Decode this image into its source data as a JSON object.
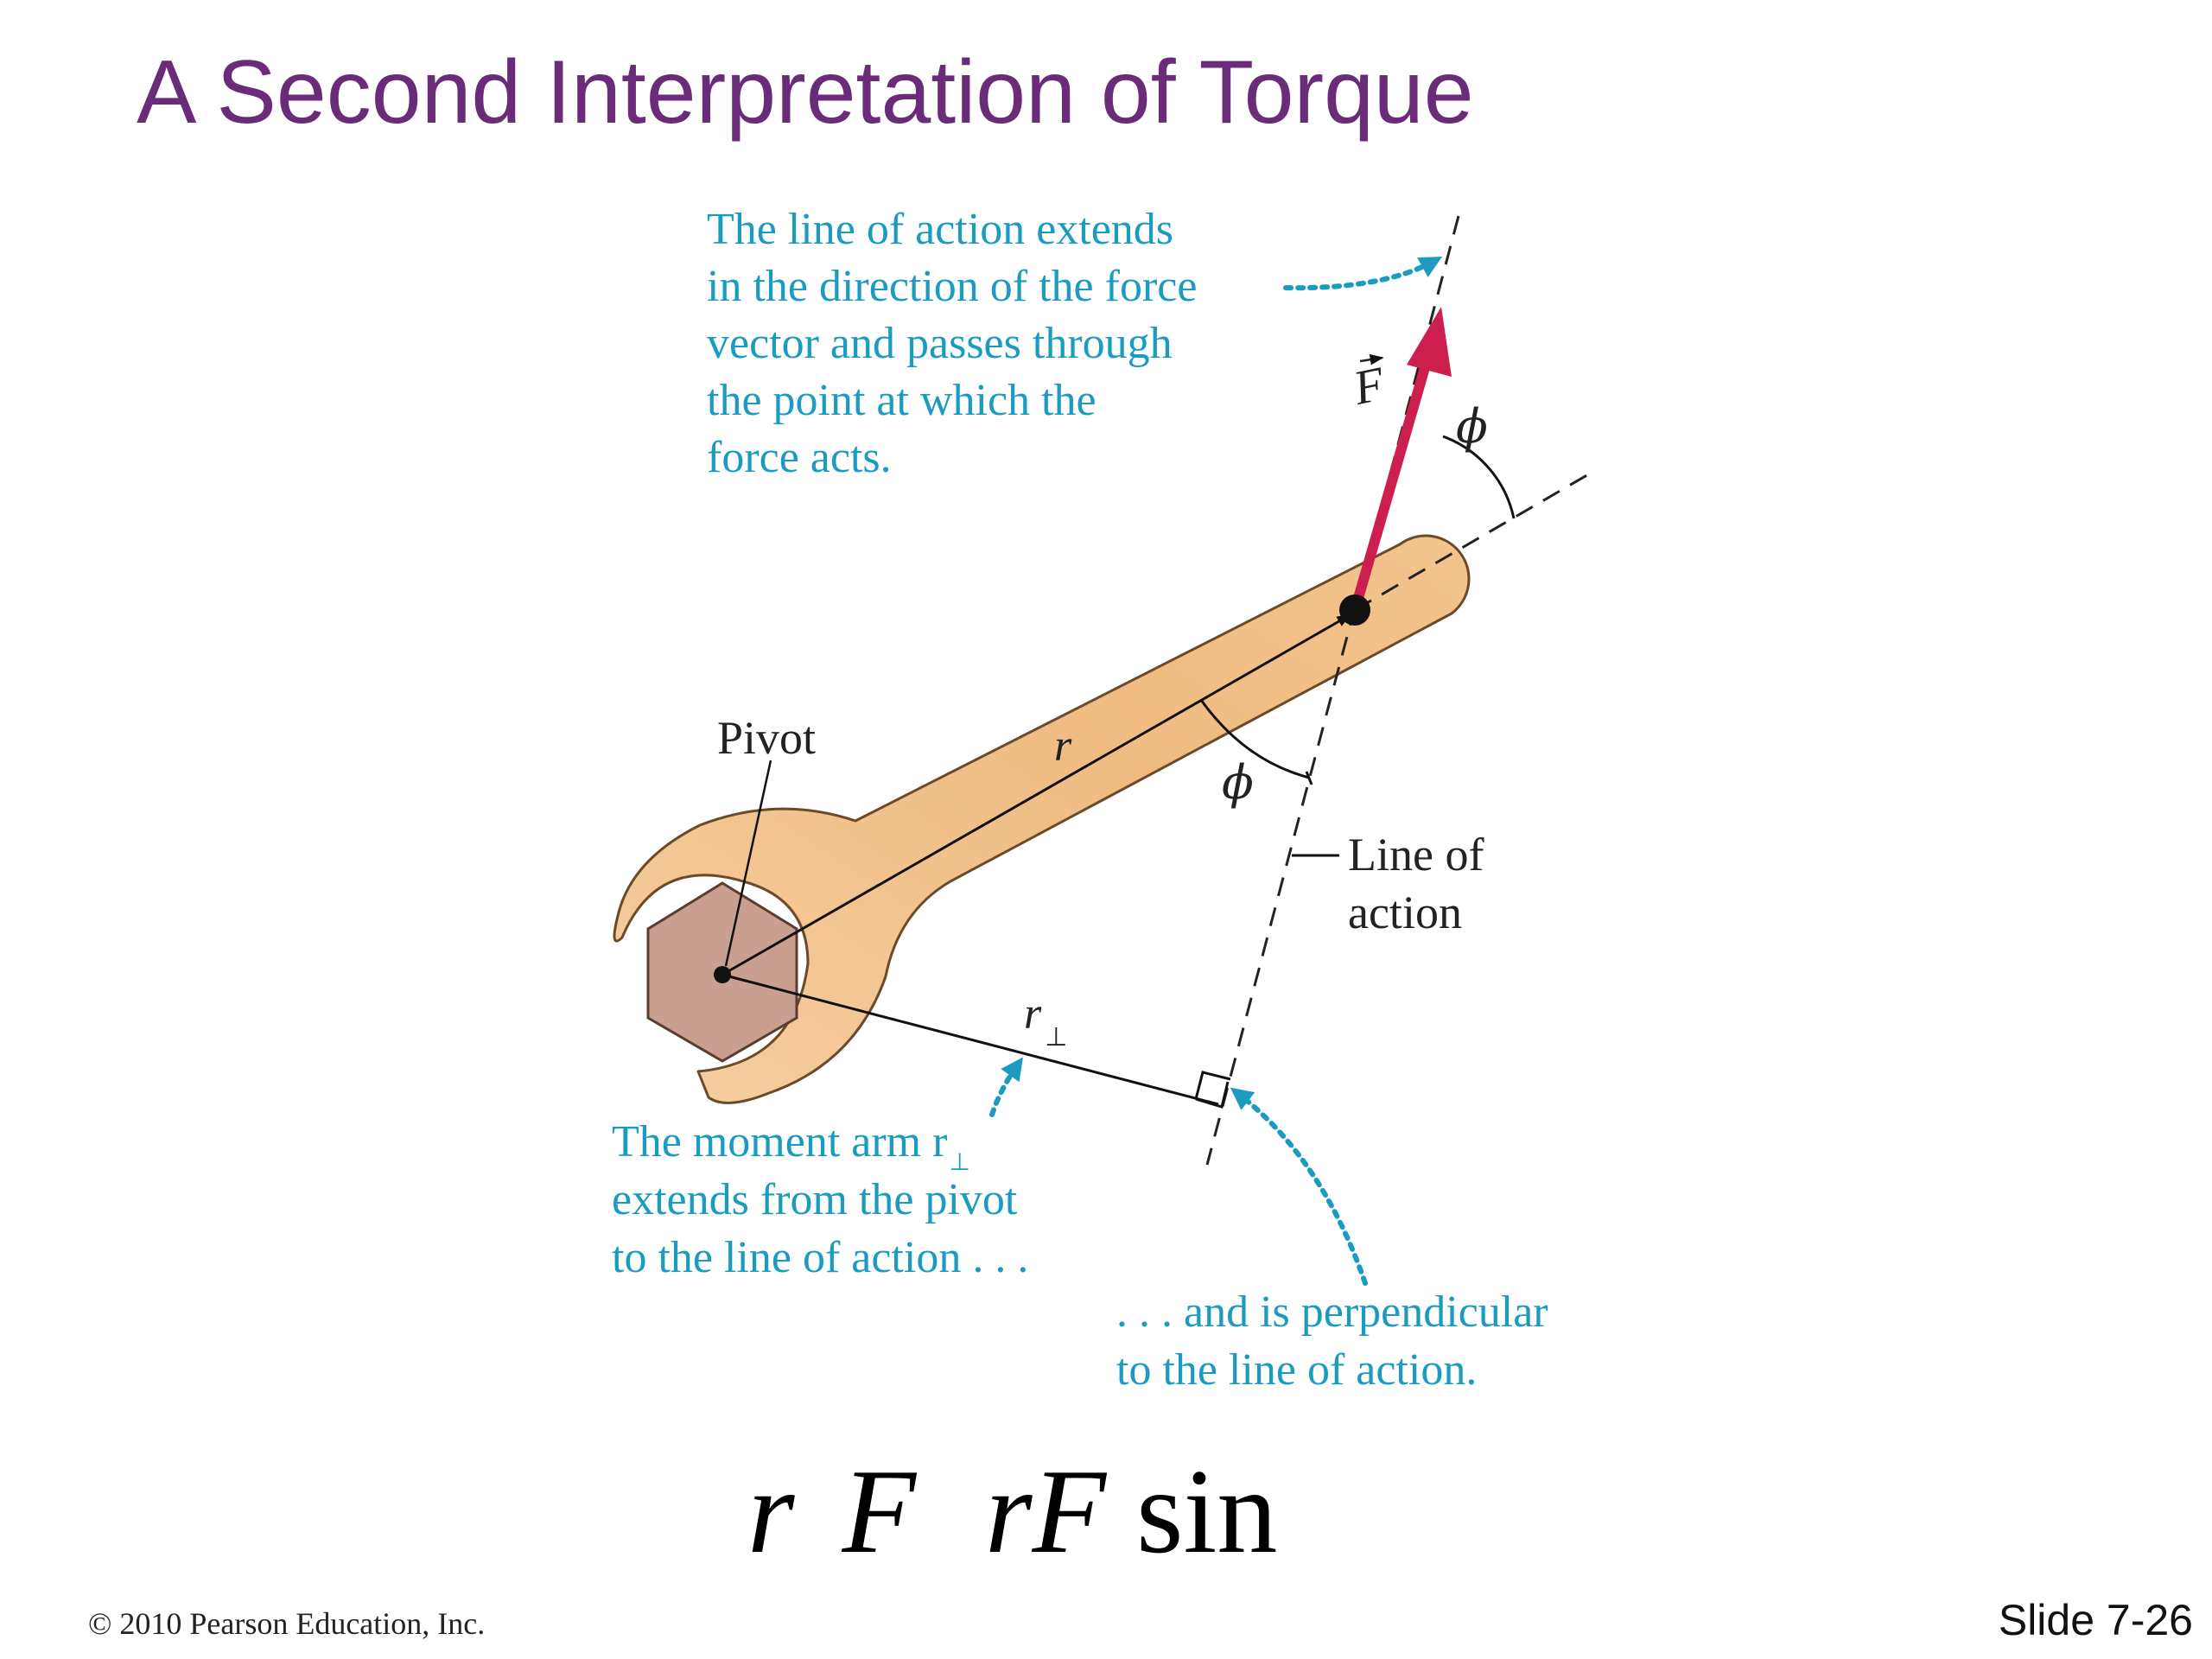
{
  "slide": {
    "title": "A Second Interpretation of Torque",
    "copyright": "© 2010 Pearson Education, Inc.",
    "slide_number": "Slide 7-26"
  },
  "diagram": {
    "callout_top": [
      "The line of action extends",
      "in the direction of the force",
      "vector and passes through",
      "the point at which the",
      "force acts."
    ],
    "force_label": "F",
    "phi_label": "ϕ",
    "r_label": "r",
    "pivot_label": "Pivot",
    "line_of_action_label": [
      "Line of",
      "action"
    ],
    "r_perp_label": "r",
    "perp_symbol": "⊥",
    "callout_moment": [
      "The moment arm r",
      "extends from the pivot",
      "to the line of action . . ."
    ],
    "callout_perp": [
      ". . . and is perpendicular",
      "to the line of action."
    ],
    "colors": {
      "title": "#6a2c79",
      "callout_text": "#1b9bbf",
      "force_arrow": "#cc1f4e",
      "wrench_fill": "#f0bf86",
      "bolt_fill": "#c9a08f"
    }
  },
  "formula": {
    "glyph_a": "",
    "glyph_b": "",
    "r": "r",
    "sub": "",
    "F": "F",
    "glyph_c": "",
    "rF": "rF",
    "sin": "sin",
    "glyph_d": ""
  }
}
